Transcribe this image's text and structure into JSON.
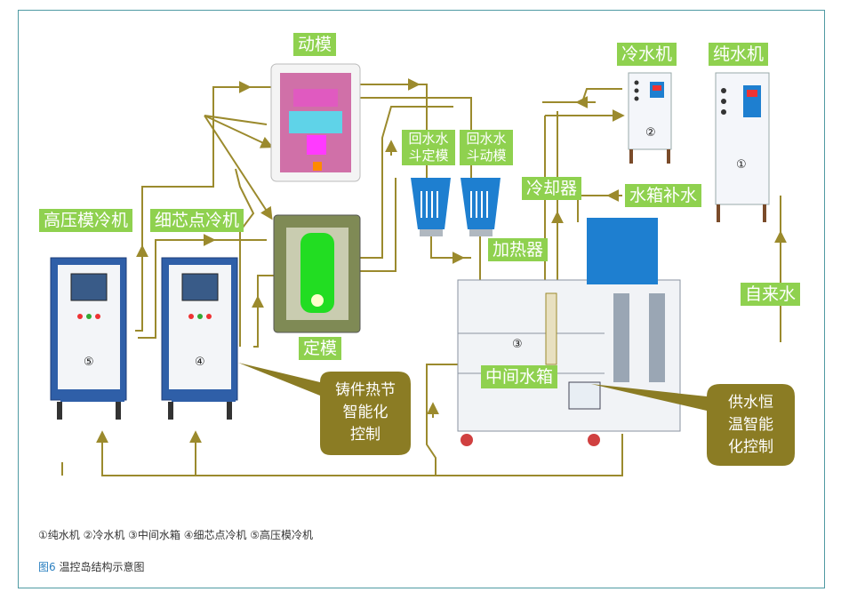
{
  "labels": {
    "dongmo": "动模",
    "lengshuiji": "冷水机",
    "chunshuiji": "纯水机",
    "huishui_dingmo": "回水水\n斗定模",
    "huishui_dongmo": "回水水\n斗动模",
    "lengqueqi": "冷却器",
    "shuixiang_bushui": "水箱补水",
    "gaoya_mo_lengji": "高压模冷机",
    "xixindian_lengji": "细芯点冷机",
    "jiareqi": "加热器",
    "zilaishui": "自来水",
    "dingmo": "定模",
    "zhongjian_shuixiang": "中间水箱"
  },
  "callouts": {
    "zhujian": "铸件热节\n智能化\n控制",
    "gongshui": "供水恒\n温智能\n化控制"
  },
  "machine_numbers": {
    "m1": "①",
    "m2": "②",
    "m3": "③",
    "m4": "④",
    "m5": "⑤"
  },
  "legend": "①纯水机  ②冷水机  ③中间水箱  ④细芯点冷机  ⑤高压模冷机",
  "caption": {
    "fig_num": "图6",
    "text": " 温控岛结构示意图"
  },
  "colors": {
    "pipe": "#9b8a2d",
    "label_bg": "#8fd14f",
    "callout_bg": "#8b7c24",
    "frame": "#4f9aa3",
    "machine_blue": "#2f5fa8"
  }
}
